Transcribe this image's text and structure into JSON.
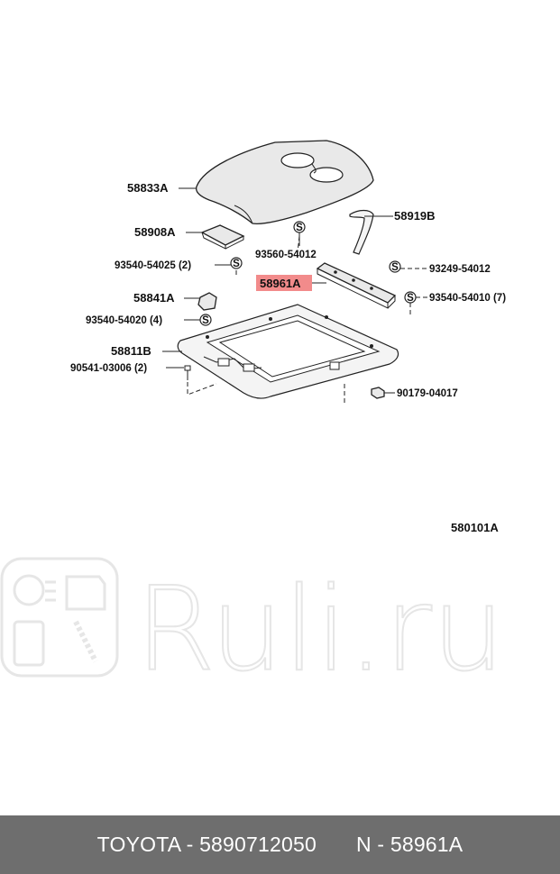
{
  "labels": {
    "cover": "58833A",
    "hinge_right": "58919B",
    "bracket": "58908A",
    "screw_93560": "93560-54012",
    "screw_93540_54025": "93540-54025 (2)",
    "highlighted_part": "58961A",
    "screw_93249": "93249-54012",
    "screw_93540_54010": "93540-54010 (7)",
    "clip": "58841A",
    "screw_93540_54020": "93540-54020 (4)",
    "frame": "58811B",
    "bolt_90541": "90541-03006 (2)",
    "nut_90179": "90179-04017",
    "figure_number": "580101A"
  },
  "watermark": {
    "text": "Ruli.ru"
  },
  "footer": {
    "brand_part": "TOYOTA - 5890712050",
    "ref": "N - 58961A"
  },
  "colors": {
    "highlight": "#f28b8b",
    "footer_bg": "#6e6e6e",
    "watermark": "#e6e6e6"
  }
}
